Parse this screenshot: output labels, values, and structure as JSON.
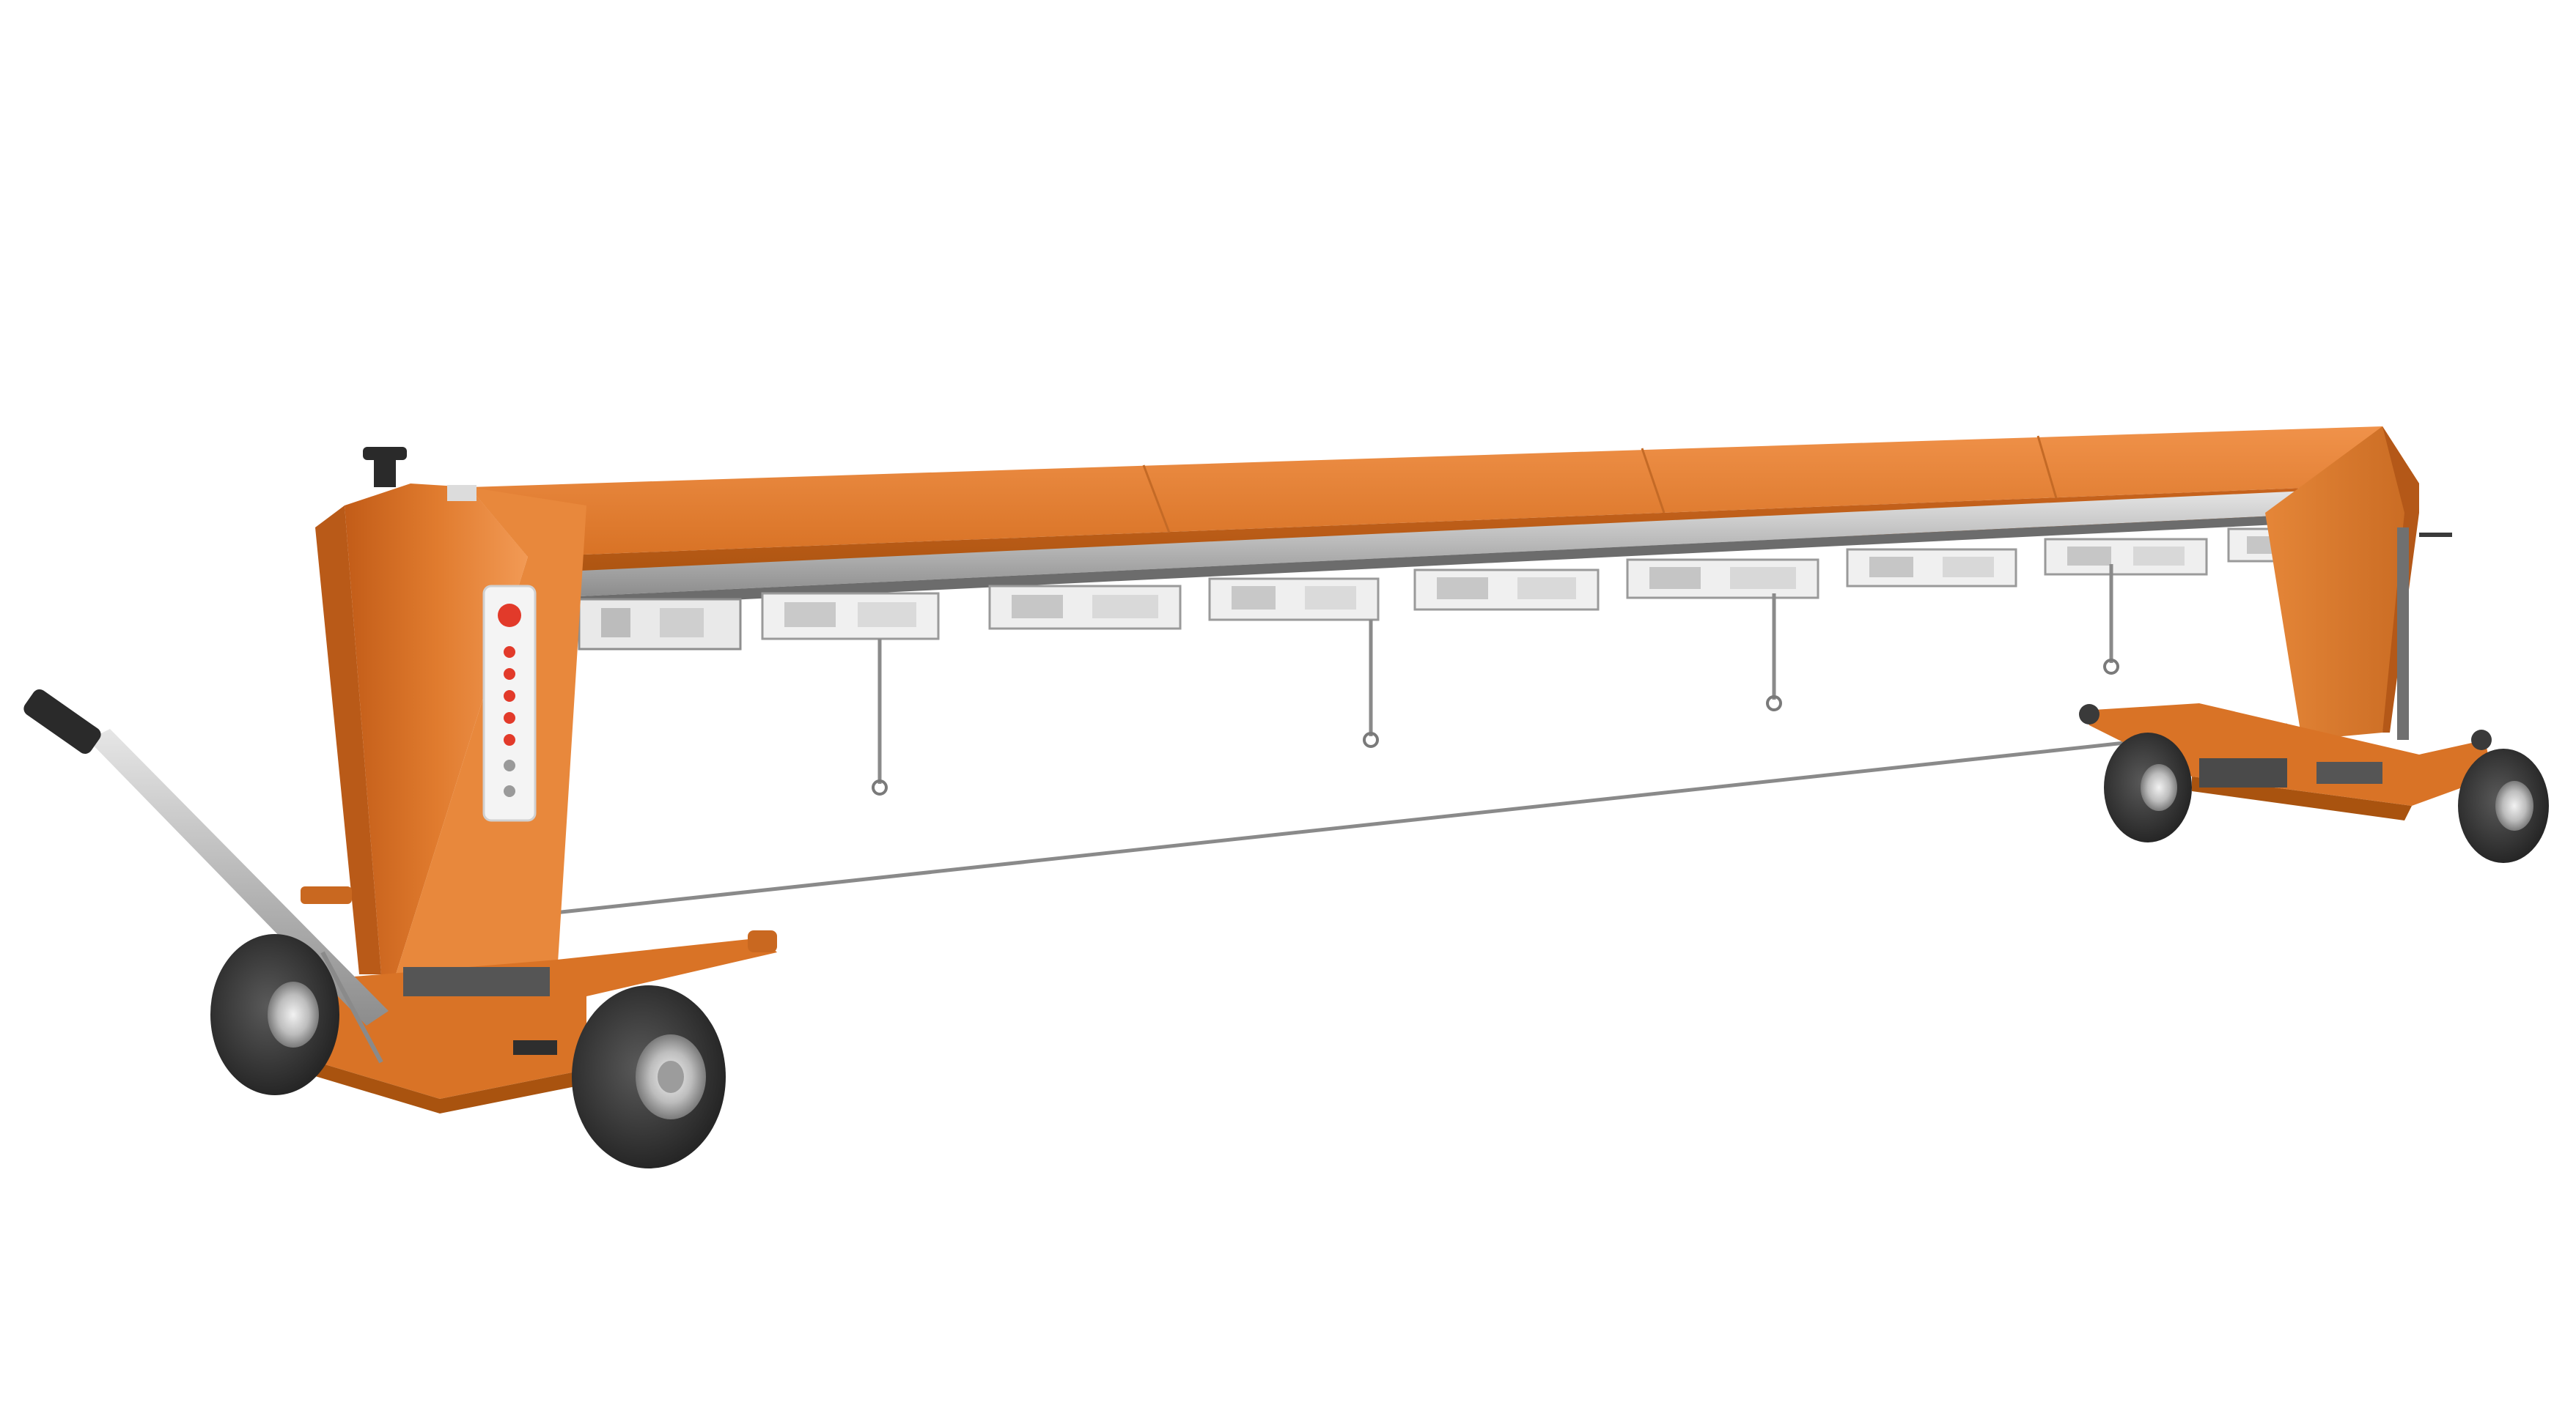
{
  "image": {
    "description_visible_text": "",
    "background_color": "#ffffff"
  },
  "colors": {
    "body_orange": "#e07b2e",
    "body_orange_dark": "#b85a18",
    "body_orange_light": "#f0924a",
    "steel_light": "#d4d4d4",
    "steel_mid": "#9a9a9a",
    "steel_dark": "#5e5e5e",
    "tire": "#3a3a3a",
    "panel_white": "#f4f4f4",
    "indicator_red": "#e23a2a"
  },
  "control_panel": {
    "indicator_count": 7
  },
  "rail": {
    "carriage_count": 9,
    "hanging_rod_count": 4
  }
}
